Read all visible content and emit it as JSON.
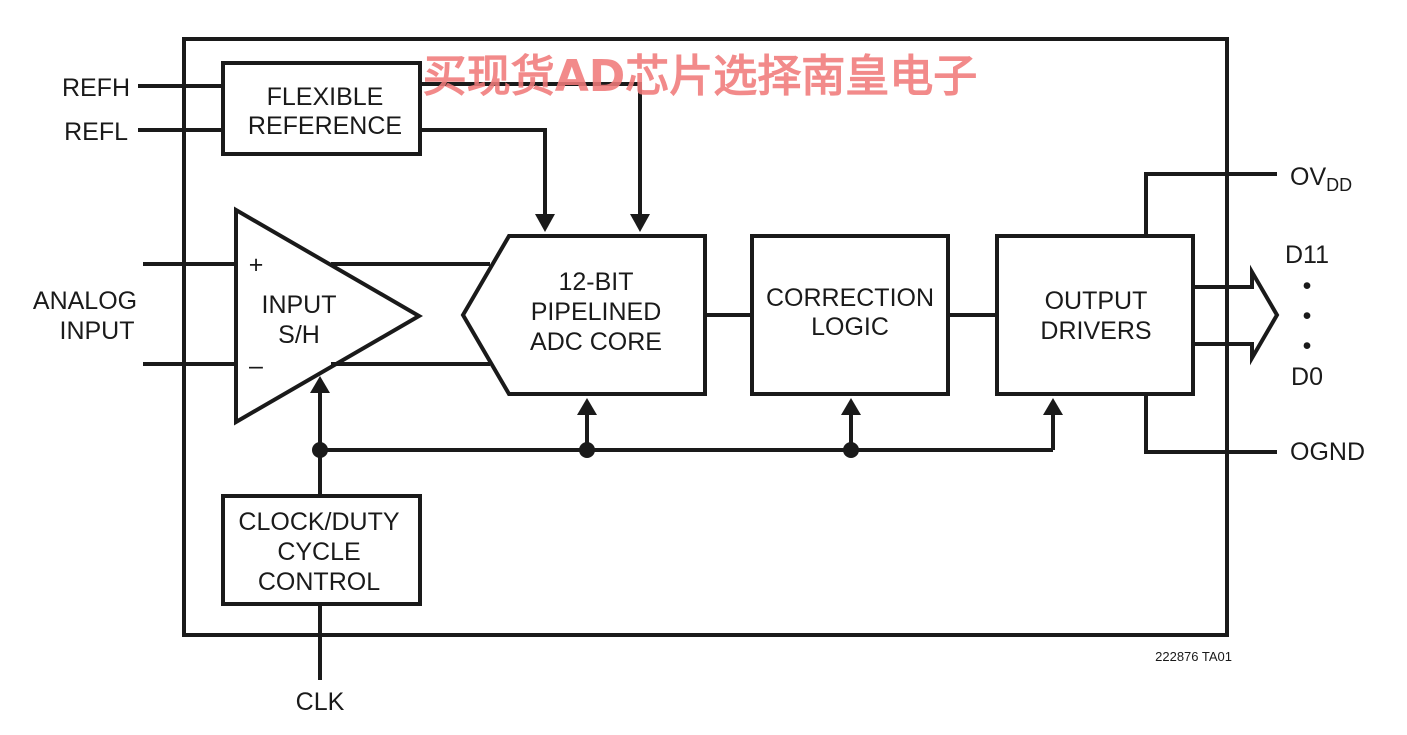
{
  "colors": {
    "ink": "#1a1a1a",
    "watermark": "#f07a7a",
    "background": "#ffffff"
  },
  "watermark": "买现货AD芯片选择南皇电子",
  "figure_code": "222876 TA01",
  "pins": {
    "refh": "REFH",
    "refl": "REFL",
    "analog_input_line1": "ANALOG",
    "analog_input_line2": "INPUT",
    "ovdd_main": "OV",
    "ovdd_sub": "DD",
    "d11": "D11",
    "d0": "D0",
    "ognd": "OGND",
    "clk": "CLK"
  },
  "blocks": {
    "flexible_reference": [
      "FLEXIBLE",
      "REFERENCE"
    ],
    "input_sh": [
      "INPUT",
      "S/H"
    ],
    "adc_core": [
      "12-BIT",
      "PIPELINED",
      "ADC CORE"
    ],
    "correction_logic": [
      "CORRECTION",
      "LOGIC"
    ],
    "output_drivers": [
      "OUTPUT",
      "DRIVERS"
    ],
    "clock_duty": [
      "CLOCK/DUTY",
      "CYCLE",
      "CONTROL"
    ]
  },
  "amp_signs": {
    "plus": "+",
    "minus": "–"
  },
  "bus_dots": [
    "•",
    "•",
    "•"
  ]
}
